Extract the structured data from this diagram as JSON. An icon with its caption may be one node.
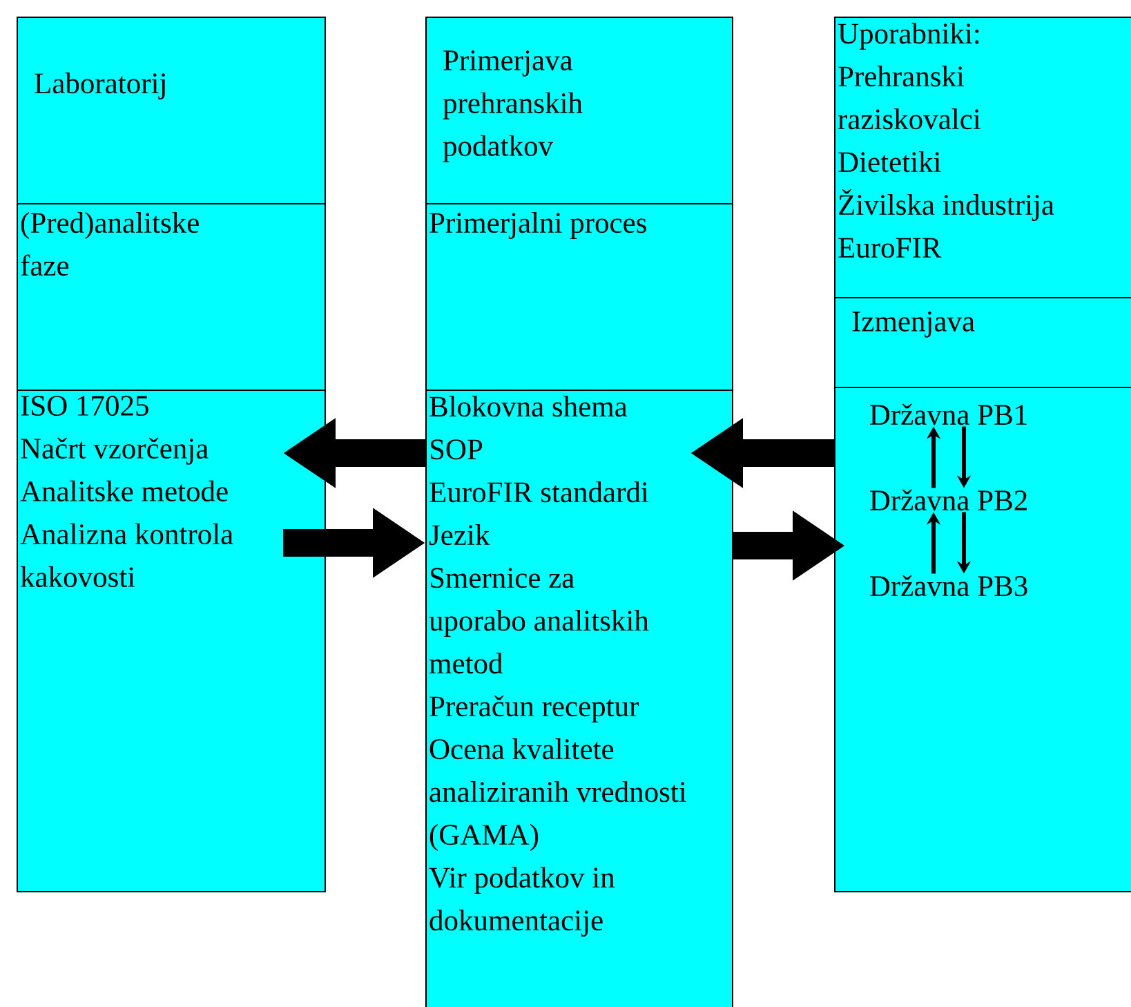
{
  "diagram": {
    "nodes": [
      {
        "text": [
          "Laboratorij"
        ]
      },
      {
        "text": [
          "(Pred)analitske faze"
        ]
      },
      {
        "text": [
          "ISO 17025",
          "Načrt vzorčenja",
          "Analitske metode",
          "Analizna kontrola kakovosti"
        ]
      },
      {
        "text": [
          "Primerjava prehranskih podatkov"
        ]
      },
      {
        "text": [
          "Primerjalni proces"
        ]
      },
      {
        "text": [
          "Blokovna shema",
          "SOP",
          "EuroFIR standardi",
          "Jezik",
          "Smernice za uporabo analitskih metod",
          "Preračun receptur",
          "Ocena kvalitete analiziranih vrednosti (GAMA)",
          "Vir podatkov in dokumentacije"
        ]
      },
      {
        "text": [
          "Uporabniki:",
          "Prehranski raziskovalci",
          "Dietetiki",
          "Živilska industrija",
          "EuroFIR"
        ]
      },
      {
        "text": [
          "Izmenjava"
        ]
      },
      {
        "text": [],
        "shape": "box"
      },
      {
        "text": [
          "Državna PB1"
        ],
        "in": 8
      },
      {
        "text": [
          "Državna PB2"
        ],
        "in": 8
      },
      {
        "text": [
          "Državna PB3"
        ],
        "in": 8
      }
    ],
    "edges": [
      {
        "from": 5,
        "to": 2,
        "arrow": "to",
        "style": "thick"
      },
      {
        "from": 2,
        "to": 5,
        "arrow": "to",
        "style": "thick"
      },
      {
        "from": 8,
        "to": 5,
        "arrow": "to",
        "style": "thick"
      },
      {
        "from": 5,
        "to": 8,
        "arrow": "to",
        "style": "thick"
      },
      {
        "from": 10,
        "to": 9,
        "arrow": "to"
      },
      {
        "from": 9,
        "to": 10,
        "arrow": "to"
      },
      {
        "from": 11,
        "to": 10,
        "arrow": "to"
      },
      {
        "from": 10,
        "to": 11,
        "arrow": "to"
      }
    ]
  }
}
